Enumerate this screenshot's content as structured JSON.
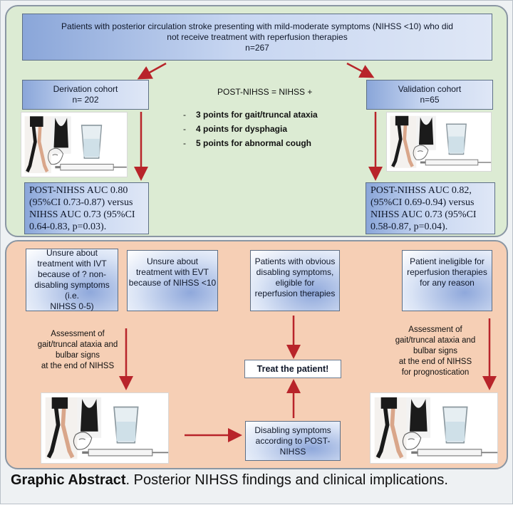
{
  "top": {
    "eligibility": {
      "line1": "Patients with posterior circulation stroke presenting with mild-moderate symptoms (NIHSS <10) who did",
      "line2": "not receive treatment with reperfusion therapies",
      "line3": "n=267"
    },
    "derivation": {
      "title": "Derivation cohort",
      "n": "n= 202"
    },
    "validation": {
      "title": "Validation cohort",
      "n": "n=65"
    },
    "formula": {
      "title": "POST-NIHSS = NIHSS +",
      "items": [
        "3 points for gait/truncal ataxia",
        "4 points for dysphagia",
        "5 points for abnormal cough"
      ]
    },
    "derivation_result": {
      "l1": "POST-NIHSS AUC 0.80",
      "l2": "(95%CI 0.73-0.87) versus",
      "l3": "NIHSS AUC 0.73 (95%CI",
      "l4": "0.64-0.83, p=0.03)."
    },
    "validation_result": {
      "l1": "POST-NIHSS AUC 0.82,",
      "l2": "(95%CI 0.69-0.94) versus",
      "l3": "NIHSS AUC 0.73 (95%CI",
      "l4": "0.58-0.87, p=0.04)."
    }
  },
  "bottom": {
    "ivt": {
      "l1": "Unsure about",
      "l2": "treatment with IVT",
      "l3": "because of ? non-",
      "l4": "disabling symptoms (i.e.",
      "l5": "NIHSS 0-5)"
    },
    "evt": {
      "l1": "Unsure about",
      "l2": "treatment with EVT",
      "l3": "because of NIHSS <10"
    },
    "obvious": {
      "l1": "Patients with obvious",
      "l2": "disabling symptoms,",
      "l3": "eligible for",
      "l4": "reperfusion therapies"
    },
    "ineligible": {
      "l1": "Patient ineligible for",
      "l2": "reperfusion therapies",
      "l3": "for any reason"
    },
    "assess_left": {
      "l1": "Assessment of",
      "l2": "gait/truncal ataxia and",
      "l3": "bulbar signs",
      "l4": "at the end of NIHSS"
    },
    "assess_right": {
      "l1": "Assessment of",
      "l2": "gait/truncal ataxia and",
      "l3": "bulbar signs",
      "l4": "at the end of NIHSS",
      "l5": "for prognostication"
    },
    "treat": "Treat the patient!",
    "disabling": {
      "l1": "Disabling symptoms",
      "l2": "according to POST-",
      "l3": "NIHSS"
    }
  },
  "caption": {
    "bold": "Graphic Abstract",
    "rest": ". Posterior NIHSS findings and clinical implications."
  },
  "colors": {
    "arrow": "#b8242a",
    "top_panel": "#dcebd3",
    "bottom_panel": "#f6cfb5",
    "box_blue": "#8aa6d9"
  }
}
